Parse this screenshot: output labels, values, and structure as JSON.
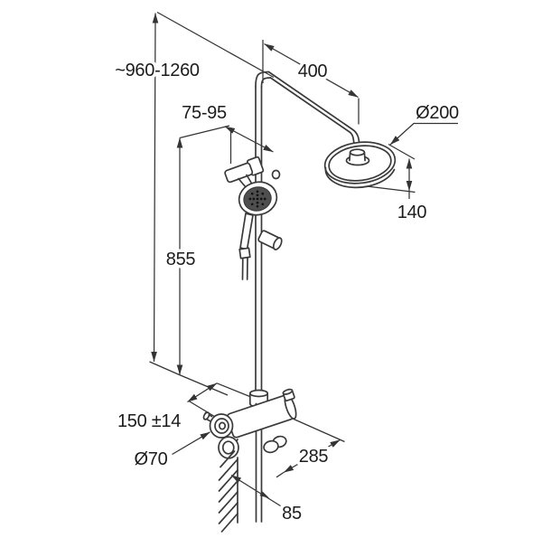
{
  "figure": {
    "description": "Isometric dimensioned line drawing of a thermostatic shower column with overhead rain shower, hand shower on a slide rail and wall-mounted mixer"
  },
  "colors": {
    "line-color": "#3a3a3a",
    "dim-color": "#343434",
    "text-color": "#1c1c1c",
    "bg-color": "#ffffff",
    "spray-face-color": "#4f4f4f"
  },
  "labels": {
    "overall_height": "~960-1260",
    "bracket_depth": "75-95",
    "arm_length": "400",
    "head_diameter": "Ø200",
    "head_drop": "140",
    "rail_height": "855",
    "inlet_spacing": "150 ±14",
    "escutcheon_diameter": "Ø70",
    "outlet_depth": "285",
    "wall_offset": "85"
  }
}
